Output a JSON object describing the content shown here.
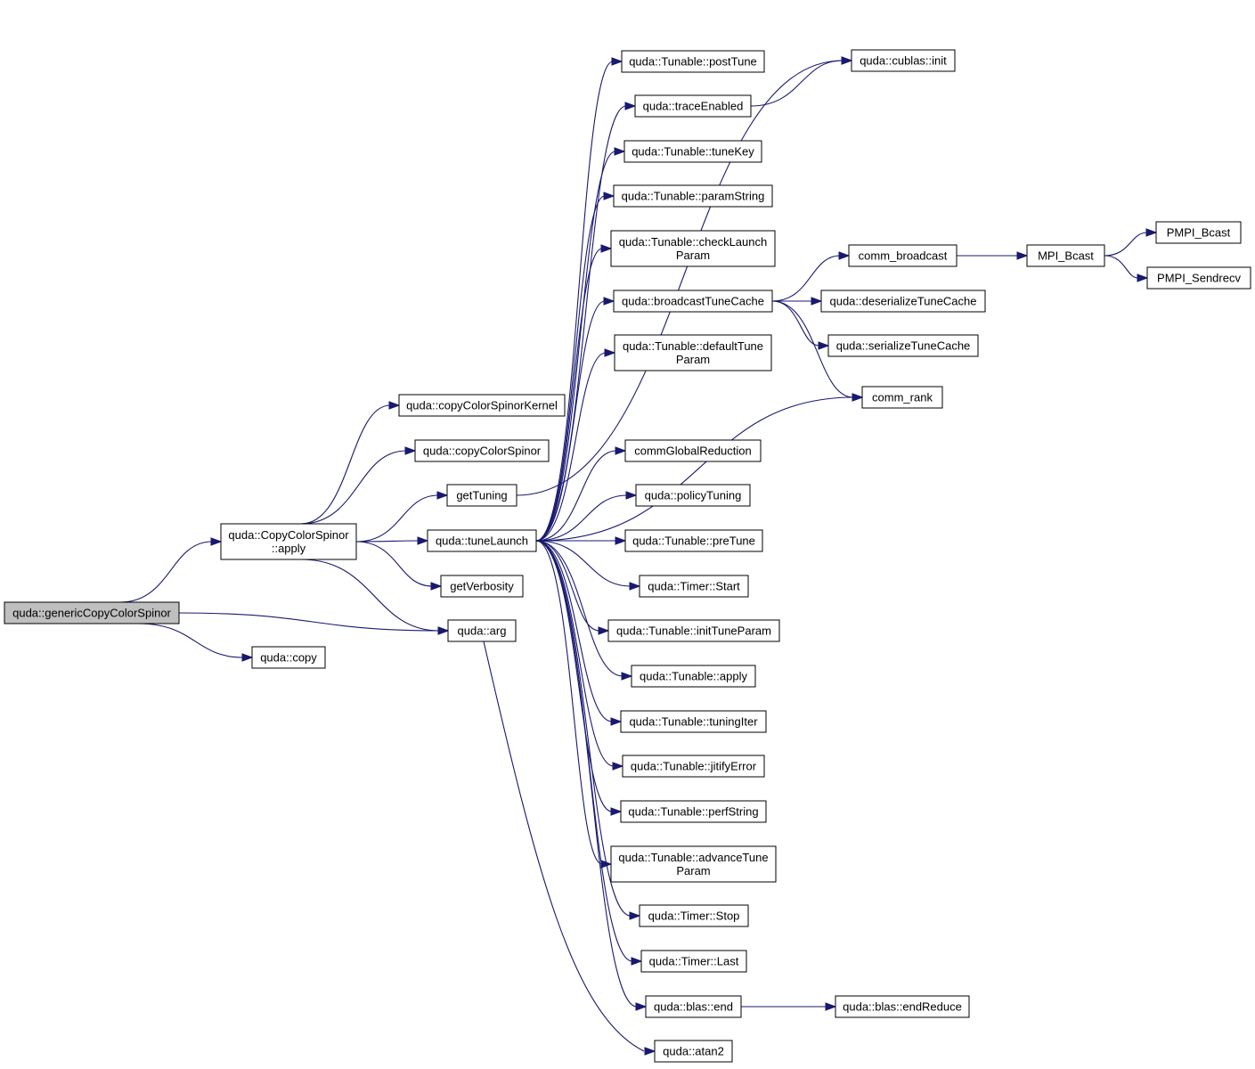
{
  "graph": {
    "nodes": [
      {
        "id": "generic",
        "lines": [
          "quda::genericCopyColorSpinor"
        ],
        "root": true
      },
      {
        "id": "apply",
        "lines": [
          "quda::CopyColorSpinor",
          "::apply"
        ]
      },
      {
        "id": "copy",
        "lines": [
          "quda::copy"
        ]
      },
      {
        "id": "arg",
        "lines": [
          "quda::arg"
        ]
      },
      {
        "id": "kernel",
        "lines": [
          "quda::copyColorSpinorKernel"
        ]
      },
      {
        "id": "ccs",
        "lines": [
          "quda::copyColorSpinor"
        ]
      },
      {
        "id": "getTuning",
        "lines": [
          "getTuning"
        ]
      },
      {
        "id": "tuneLaunch",
        "lines": [
          "quda::tuneLaunch"
        ]
      },
      {
        "id": "getVerbosity",
        "lines": [
          "getVerbosity"
        ]
      },
      {
        "id": "atan2",
        "lines": [
          "quda::atan2"
        ]
      },
      {
        "id": "postTune",
        "lines": [
          "quda::Tunable::postTune"
        ]
      },
      {
        "id": "traceEnabled",
        "lines": [
          "quda::traceEnabled"
        ]
      },
      {
        "id": "tuneKey",
        "lines": [
          "quda::Tunable::tuneKey"
        ]
      },
      {
        "id": "paramString",
        "lines": [
          "quda::Tunable::paramString"
        ]
      },
      {
        "id": "checkLaunch",
        "lines": [
          "quda::Tunable::checkLaunch",
          "Param"
        ]
      },
      {
        "id": "broadcast",
        "lines": [
          "quda::broadcastTuneCache"
        ]
      },
      {
        "id": "defaultTune",
        "lines": [
          "quda::Tunable::defaultTune",
          "Param"
        ]
      },
      {
        "id": "commGlobal",
        "lines": [
          "commGlobalReduction"
        ]
      },
      {
        "id": "policyTuning",
        "lines": [
          "quda::policyTuning"
        ]
      },
      {
        "id": "preTune",
        "lines": [
          "quda::Tunable::preTune"
        ]
      },
      {
        "id": "timerStart",
        "lines": [
          "quda::Timer::Start"
        ]
      },
      {
        "id": "initTune",
        "lines": [
          "quda::Tunable::initTuneParam"
        ]
      },
      {
        "id": "tunableApply",
        "lines": [
          "quda::Tunable::apply"
        ]
      },
      {
        "id": "tuningIter",
        "lines": [
          "quda::Tunable::tuningIter"
        ]
      },
      {
        "id": "jitify",
        "lines": [
          "quda::Tunable::jitifyError"
        ]
      },
      {
        "id": "perfString",
        "lines": [
          "quda::Tunable::perfString"
        ]
      },
      {
        "id": "advanceTune",
        "lines": [
          "quda::Tunable::advanceTune",
          "Param"
        ]
      },
      {
        "id": "timerStop",
        "lines": [
          "quda::Timer::Stop"
        ]
      },
      {
        "id": "timerLast",
        "lines": [
          "quda::Timer::Last"
        ]
      },
      {
        "id": "blasEnd",
        "lines": [
          "quda::blas::end"
        ]
      },
      {
        "id": "cublasInit",
        "lines": [
          "quda::cublas::init"
        ]
      },
      {
        "id": "commBroadcast",
        "lines": [
          "comm_broadcast"
        ]
      },
      {
        "id": "deserialize",
        "lines": [
          "quda::deserializeTuneCache"
        ]
      },
      {
        "id": "serialize",
        "lines": [
          "quda::serializeTuneCache"
        ]
      },
      {
        "id": "commRank",
        "lines": [
          "comm_rank"
        ]
      },
      {
        "id": "endReduce",
        "lines": [
          "quda::blas::endReduce"
        ]
      },
      {
        "id": "mpiBcast",
        "lines": [
          "MPI_Bcast"
        ]
      },
      {
        "id": "pmpiBcast",
        "lines": [
          "PMPI_Bcast"
        ]
      },
      {
        "id": "pmpiSendrecv",
        "lines": [
          "PMPI_Sendrecv"
        ]
      }
    ],
    "edges": [
      [
        "generic",
        "apply"
      ],
      [
        "generic",
        "arg"
      ],
      [
        "generic",
        "copy"
      ],
      [
        "apply",
        "kernel"
      ],
      [
        "apply",
        "ccs"
      ],
      [
        "apply",
        "getTuning"
      ],
      [
        "apply",
        "tuneLaunch"
      ],
      [
        "apply",
        "getVerbosity"
      ],
      [
        "apply",
        "arg"
      ],
      [
        "getTuning",
        "cublasInit"
      ],
      [
        "arg",
        "atan2"
      ],
      [
        "tuneLaunch",
        "postTune"
      ],
      [
        "tuneLaunch",
        "traceEnabled"
      ],
      [
        "tuneLaunch",
        "tuneKey"
      ],
      [
        "tuneLaunch",
        "paramString"
      ],
      [
        "tuneLaunch",
        "checkLaunch"
      ],
      [
        "tuneLaunch",
        "broadcast"
      ],
      [
        "tuneLaunch",
        "defaultTune"
      ],
      [
        "tuneLaunch",
        "commRank"
      ],
      [
        "tuneLaunch",
        "commGlobal"
      ],
      [
        "tuneLaunch",
        "policyTuning"
      ],
      [
        "tuneLaunch",
        "preTune"
      ],
      [
        "tuneLaunch",
        "timerStart"
      ],
      [
        "tuneLaunch",
        "initTune"
      ],
      [
        "tuneLaunch",
        "tunableApply"
      ],
      [
        "tuneLaunch",
        "tuningIter"
      ],
      [
        "tuneLaunch",
        "jitify"
      ],
      [
        "tuneLaunch",
        "perfString"
      ],
      [
        "tuneLaunch",
        "advanceTune"
      ],
      [
        "tuneLaunch",
        "timerStop"
      ],
      [
        "tuneLaunch",
        "timerLast"
      ],
      [
        "tuneLaunch",
        "blasEnd"
      ],
      [
        "traceEnabled",
        "cublasInit"
      ],
      [
        "broadcast",
        "commBroadcast"
      ],
      [
        "broadcast",
        "deserialize"
      ],
      [
        "broadcast",
        "serialize"
      ],
      [
        "broadcast",
        "commRank"
      ],
      [
        "commBroadcast",
        "mpiBcast"
      ],
      [
        "mpiBcast",
        "pmpiBcast"
      ],
      [
        "mpiBcast",
        "pmpiSendrecv"
      ],
      [
        "blasEnd",
        "endReduce"
      ]
    ]
  }
}
